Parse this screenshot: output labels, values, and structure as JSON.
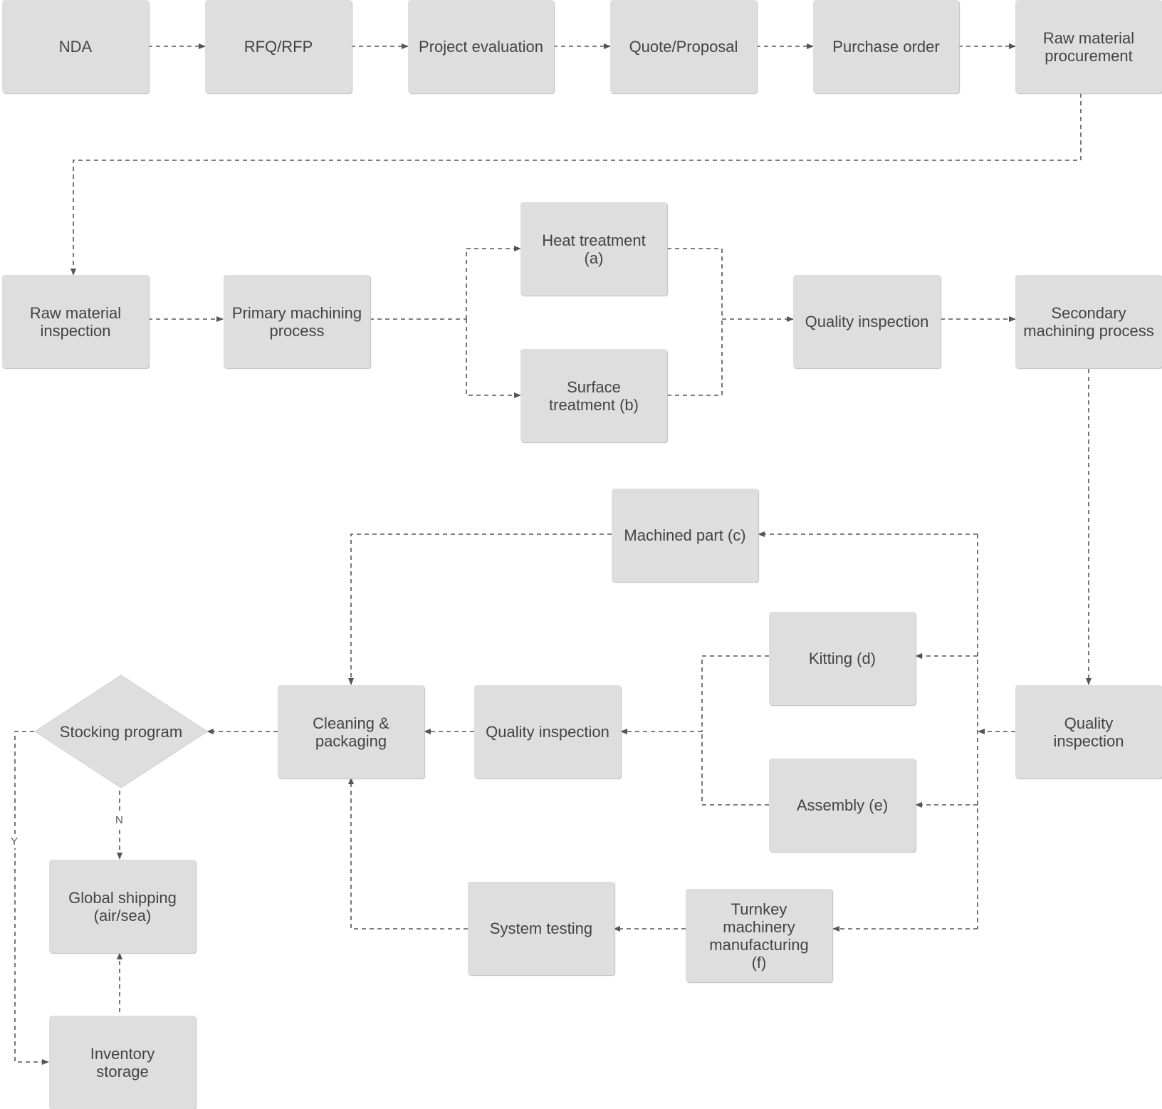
{
  "flowchart": {
    "nodes": {
      "nda": "NDA",
      "rfq": "RFQ/RFP",
      "project_evaluation": "Project evaluation",
      "quote": "Quote/Proposal",
      "purchase_order": "Purchase order",
      "raw_material_procurement": "Raw material\nprocurement",
      "raw_material_inspection": "Raw material\ninspection",
      "primary_machining": "Primary machining\nprocess",
      "heat_treatment": "Heat treatment\n(a)",
      "surface_treatment": "Surface\ntreatment (b)",
      "quality_inspection_1": "Quality inspection",
      "secondary_machining": "Secondary\nmachining process",
      "machined_part": "Machined part (c)",
      "kitting": "Kitting (d)",
      "assembly": "Assembly (e)",
      "quality_inspection_2": "Quality\ninspection",
      "quality_inspection_3": "Quality inspection",
      "cleaning_packaging": "Cleaning &\npackaging",
      "stocking_program": "Stocking program",
      "global_shipping": "Global shipping\n(air/sea)",
      "inventory_storage": "Inventory\nstorage",
      "system_testing": "System testing",
      "turnkey": "Turnkey\nmachinery\nmanufacturing\n(f)"
    },
    "edge_labels": {
      "no": "N",
      "yes": "Y"
    },
    "colors": {
      "node_fill": "#dedede",
      "node_text": "#444444",
      "connector": "#555555"
    }
  }
}
